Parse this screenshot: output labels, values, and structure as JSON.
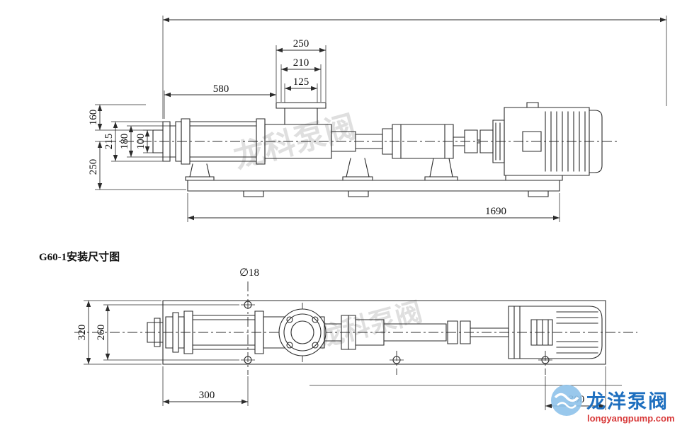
{
  "title": "G60-1安装尺寸图",
  "side_view": {
    "dims": {
      "d250": "250",
      "d210": "210",
      "d125": "125",
      "d580": "580",
      "d160": "160",
      "d215": "215",
      "d180": "180",
      "d100": "100",
      "d250b": "250",
      "d1690": "1690"
    }
  },
  "plan_view": {
    "dims": {
      "hole": "∅18",
      "d320": "320",
      "d260": "260",
      "d300l": "300",
      "d300r": "300"
    }
  },
  "watermark": {
    "faint": "龙科泵阀",
    "brand": "龙洋泵阀",
    "site": "longyangpump.com"
  },
  "colors": {
    "line": "#2b2b2b",
    "brand_blue": "#1e6fbf",
    "site_red": "#d83a3a"
  }
}
